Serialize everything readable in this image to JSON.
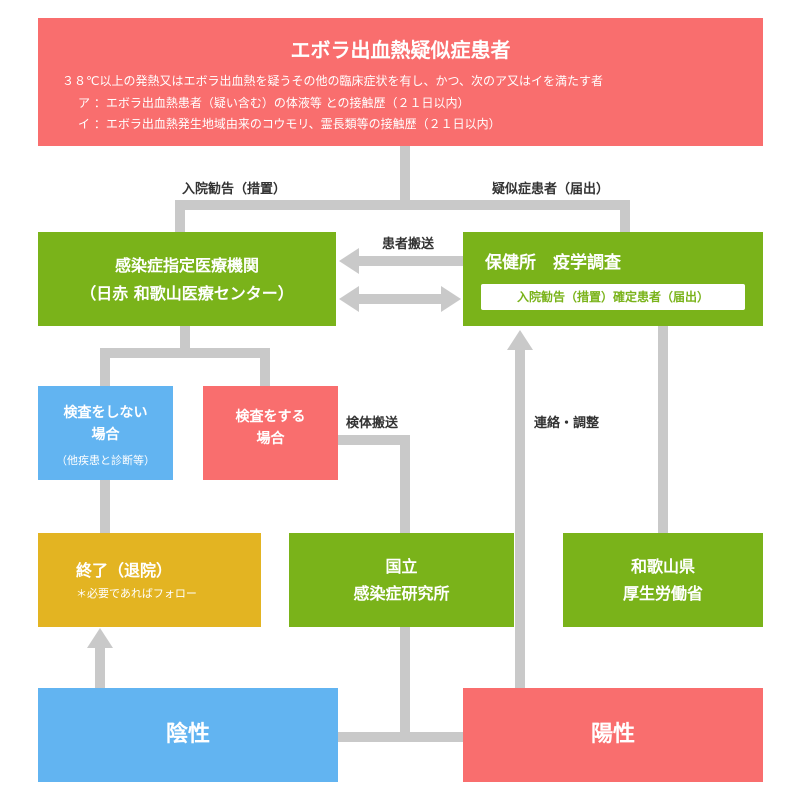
{
  "colors": {
    "red": "#f96e6e",
    "green": "#7ab31a",
    "blue": "#62b4f1",
    "yellow": "#e3b422",
    "connector": "#c9c9c9"
  },
  "suspect": {
    "title": "エボラ出血熱疑似症患者",
    "condition": "３８℃以上の発熱又はエボラ出血熱を疑うその他の臨床症状を有し、かつ、次のア又はイを満たす者",
    "item_a": "ア ：エボラ出血熱患者（疑い含む）の体液等 との接触歴（２１日以内）",
    "item_i": "イ ：エボラ出血熱発生地域由来のコウモリ、霊長類等の接触歴（２１日以内）"
  },
  "labels": {
    "admission_order": "入院勧告（措置）",
    "suspect_report": "疑似症患者（届出）",
    "patient_transport": "患者搬送",
    "specimen_transport": "検体搬送",
    "contact_coordination": "連絡・調整"
  },
  "hospital": {
    "line1": "感染症指定医療機関",
    "line2": "（日赤 和歌山医療センター）"
  },
  "health_center": {
    "title": "保健所　疫学調査",
    "note": "入院勧告（措置）確定患者（届出）"
  },
  "no_test": {
    "line1": "検査をしない",
    "line2": "場合",
    "note": "（他疾患と診断等）"
  },
  "test": {
    "line1": "検査をする",
    "line2": "場合"
  },
  "end": {
    "title": "終了（退院）",
    "note": "＊必要であればフォロー"
  },
  "niid": {
    "line1": "国立",
    "line2": "感染症研究所"
  },
  "gov": {
    "line1": "和歌山県",
    "line2": "厚生労働省"
  },
  "negative": "陰性",
  "positive": "陽性"
}
